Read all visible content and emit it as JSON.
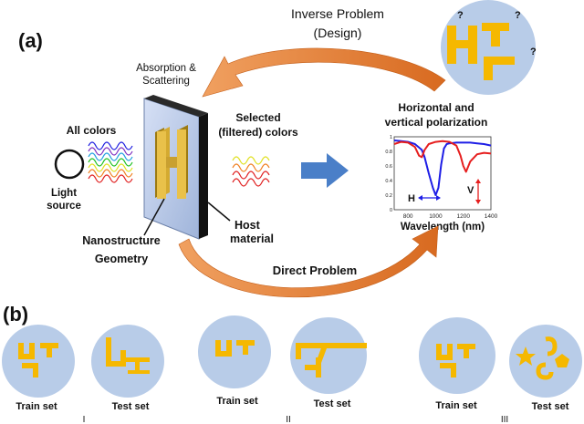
{
  "panel_a": {
    "label": "(a)",
    "inverse_problem": "Inverse Problem",
    "design": "(Design)",
    "question_mark": "?",
    "absorption_line1": "Absorption &",
    "absorption_line2": "Scattering",
    "all_colors": "All colors",
    "light_source_line1": "Light",
    "light_source_line2": "source",
    "selected_line1": "Selected",
    "selected_line2": "(filtered) colors",
    "polarization_line1": "Horizontal and",
    "polarization_line2": "vertical polarization",
    "nanostructure": "Nanostructure",
    "geometry": "Geometry",
    "host_line1": "Host",
    "host_line2": "material",
    "direct_problem": "Direct Problem"
  },
  "panel_b": {
    "label": "(b)",
    "train_set": "Train set",
    "test_set": "Test set",
    "roman_1": "I",
    "roman_2": "II",
    "roman_3": "III"
  },
  "colors": {
    "shape_fill": "#F5B800",
    "circle_fill": "#B8CCE8",
    "arrow_orange": "#E8863A",
    "arrow_blue": "#4A7FC8",
    "curve_blue": "#1E1EE6",
    "curve_red": "#E61E1E"
  },
  "chart_data": {
    "type": "line",
    "xlabel": "Wavelength (nm)",
    "x_ticks": [
      "800",
      "1000",
      "1200",
      "1400"
    ],
    "y_ticks": [
      "1",
      "0.8",
      "0.6",
      "0.4",
      "0.2",
      "0"
    ],
    "xlim": [
      700,
      1400
    ],
    "ylim": [
      0,
      1
    ],
    "annotation_h": "H",
    "annotation_v": "V",
    "series": [
      {
        "color": "#1E1EE6",
        "x": [
          700,
          750,
          800,
          850,
          900,
          920,
          950,
          980,
          1000,
          1020,
          1040,
          1060,
          1080,
          1100,
          1150,
          1200,
          1250,
          1300,
          1350,
          1400
        ],
        "y": [
          0.95,
          0.94,
          0.93,
          0.9,
          0.82,
          0.72,
          0.5,
          0.3,
          0.2,
          0.3,
          0.62,
          0.84,
          0.9,
          0.91,
          0.92,
          0.92,
          0.92,
          0.91,
          0.9,
          0.88
        ]
      },
      {
        "color": "#E61E1E",
        "x": [
          700,
          750,
          800,
          850,
          880,
          900,
          920,
          950,
          1000,
          1050,
          1100,
          1150,
          1180,
          1200,
          1220,
          1250,
          1300,
          1350,
          1400
        ],
        "y": [
          0.9,
          0.93,
          0.92,
          0.86,
          0.74,
          0.72,
          0.82,
          0.9,
          0.93,
          0.94,
          0.93,
          0.88,
          0.74,
          0.6,
          0.52,
          0.66,
          0.76,
          0.78,
          0.77
        ]
      }
    ]
  }
}
